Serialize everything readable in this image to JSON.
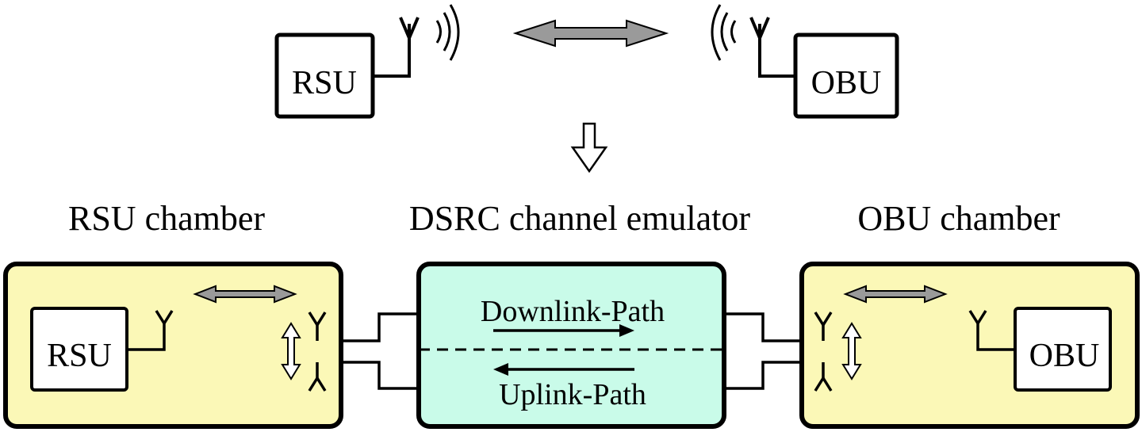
{
  "top": {
    "rsu_label": "RSU",
    "obu_label": "OBU"
  },
  "bottom": {
    "rsu_chamber_title": "RSU chamber",
    "emulator_title": "DSRC channel emulator",
    "obu_chamber_title": "OBU chamber",
    "downlink_label": "Downlink-Path",
    "uplink_label": "Uplink-Path",
    "rsu_label": "RSU",
    "obu_label": "OBU"
  },
  "colors": {
    "chamber_fill": "#fbf8b7",
    "emulator_fill": "#c9fbe9",
    "arrow_gray": "#9a9a9a",
    "stroke": "#000000"
  }
}
